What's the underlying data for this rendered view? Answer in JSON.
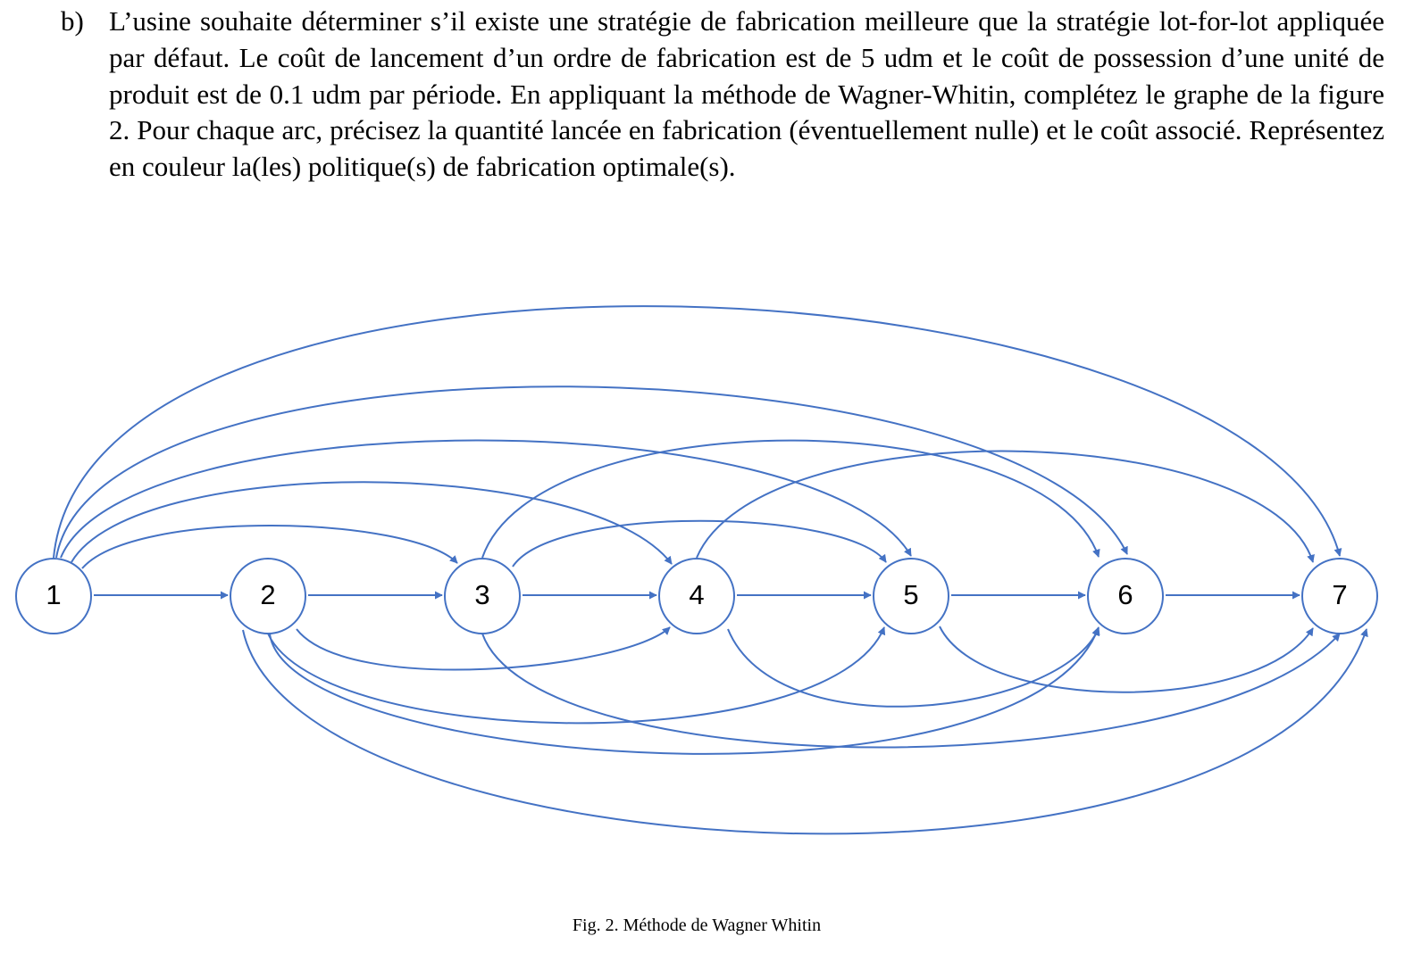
{
  "question": {
    "marker": "b)",
    "text": "L’usine souhaite déterminer s’il existe une stratégie de fabrication meilleure que la stratégie lot-for-lot appliquée par défaut. Le coût de lancement d’un ordre de fabrication est de 5 udm et le coût de possession d’une unité de produit est de 0.1 udm par période. En appliquant la méthode de Wagner-Whitin, complétez le graphe de la figure 2. Pour chaque arc, précisez la quantité lancée en fabrication (éventuellement nulle) et le coût associé. Représentez en couleur la(les) politique(s) de fabrication optimale(s)."
  },
  "graph": {
    "nodes": [
      "1",
      "2",
      "3",
      "4",
      "5",
      "6",
      "7"
    ],
    "arcs": [
      [
        "1",
        "2"
      ],
      [
        "1",
        "3"
      ],
      [
        "1",
        "4"
      ],
      [
        "1",
        "5"
      ],
      [
        "1",
        "6"
      ],
      [
        "1",
        "7"
      ],
      [
        "2",
        "3"
      ],
      [
        "2",
        "4"
      ],
      [
        "2",
        "5"
      ],
      [
        "2",
        "6"
      ],
      [
        "2",
        "7"
      ],
      [
        "3",
        "4"
      ],
      [
        "3",
        "5"
      ],
      [
        "3",
        "6"
      ],
      [
        "3",
        "7"
      ],
      [
        "4",
        "5"
      ],
      [
        "4",
        "6"
      ],
      [
        "4",
        "7"
      ],
      [
        "5",
        "6"
      ],
      [
        "5",
        "7"
      ],
      [
        "6",
        "7"
      ]
    ],
    "edge_color": "#4472C4",
    "node_border_color": "#4472C4"
  },
  "caption": "Fig. 2. Méthode de Wagner Whitin"
}
